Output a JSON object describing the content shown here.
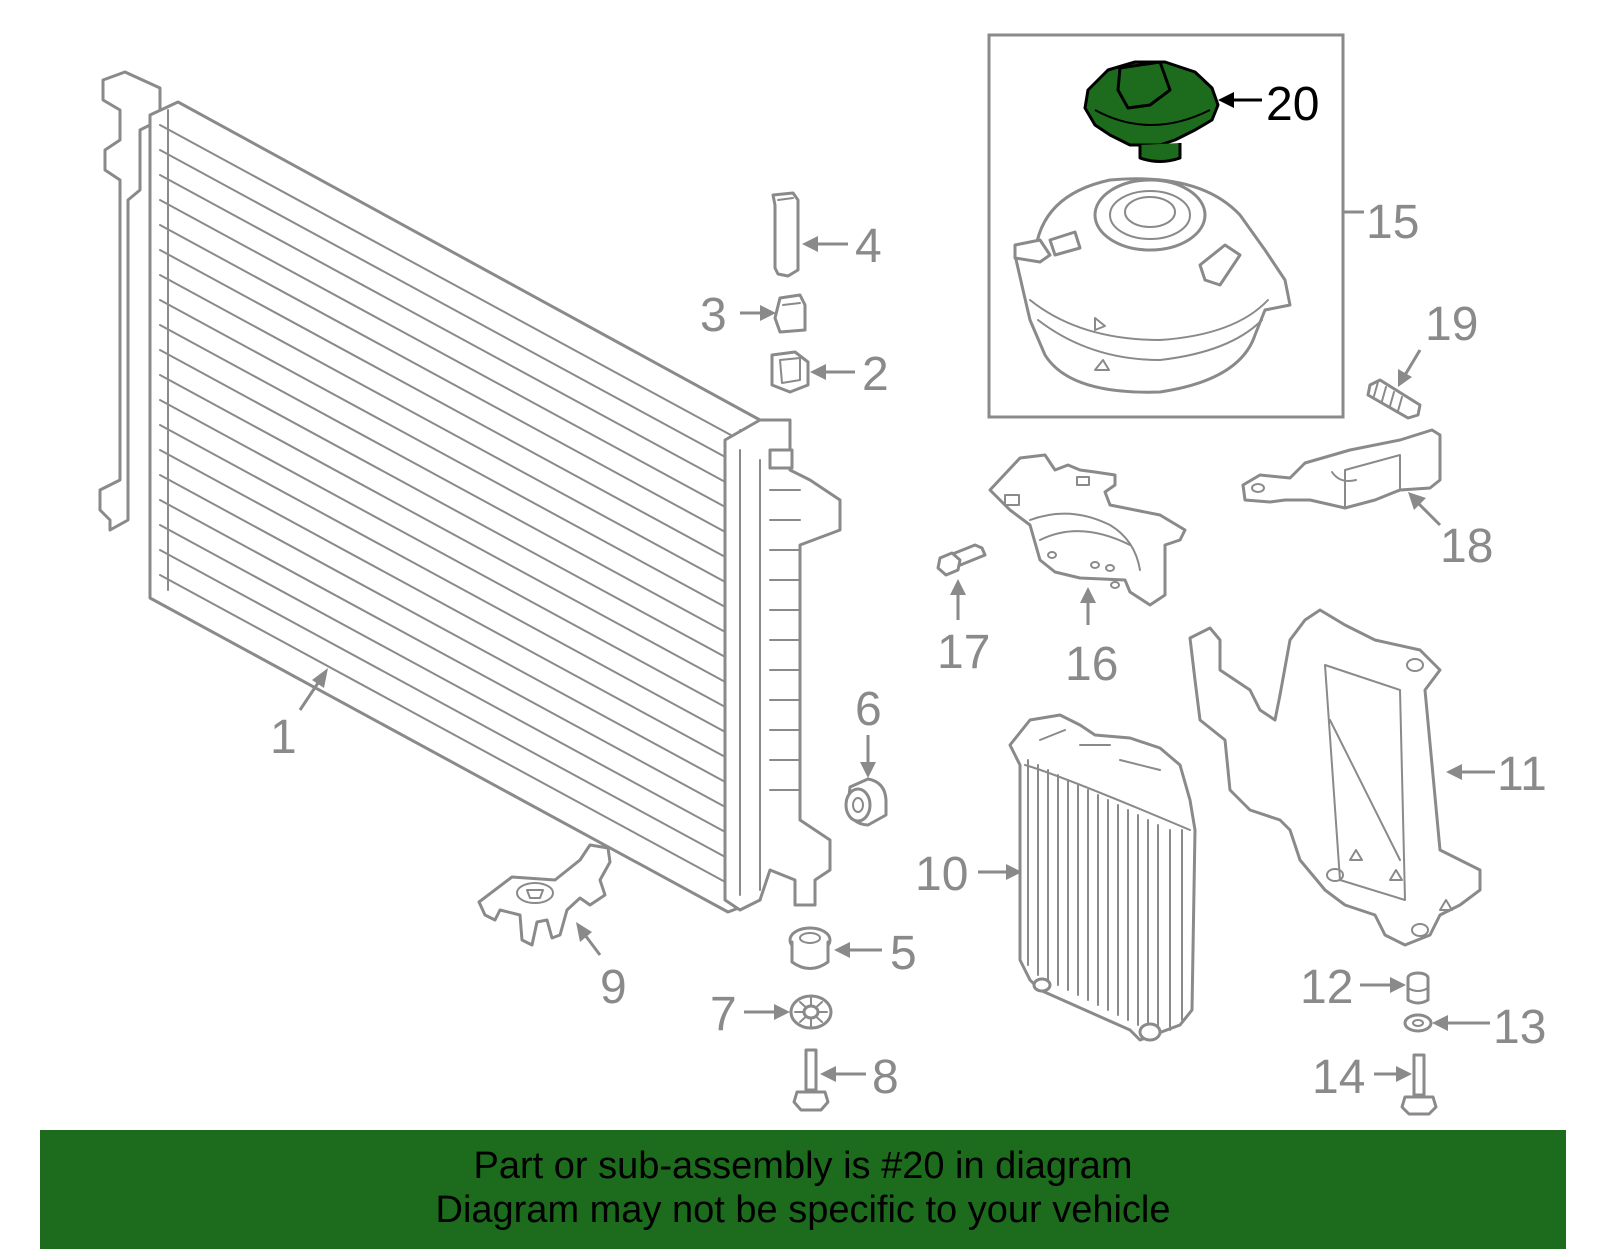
{
  "diagram": {
    "inset_box": true,
    "highlighted_part": "20",
    "highlight_color": "#1d6b1d",
    "line_color": "#8a8a8a",
    "callouts": [
      {
        "id": "c1",
        "label": "1"
      },
      {
        "id": "c2",
        "label": "2"
      },
      {
        "id": "c3",
        "label": "3"
      },
      {
        "id": "c4",
        "label": "4"
      },
      {
        "id": "c5",
        "label": "5"
      },
      {
        "id": "c6",
        "label": "6"
      },
      {
        "id": "c7",
        "label": "7"
      },
      {
        "id": "c8",
        "label": "8"
      },
      {
        "id": "c9",
        "label": "9"
      },
      {
        "id": "c10",
        "label": "10"
      },
      {
        "id": "c11",
        "label": "11"
      },
      {
        "id": "c12",
        "label": "12"
      },
      {
        "id": "c13",
        "label": "13"
      },
      {
        "id": "c14",
        "label": "14"
      },
      {
        "id": "c15",
        "label": "15"
      },
      {
        "id": "c16",
        "label": "16"
      },
      {
        "id": "c17",
        "label": "17"
      },
      {
        "id": "c18",
        "label": "18"
      },
      {
        "id": "c19",
        "label": "19"
      },
      {
        "id": "c20",
        "label": "20"
      }
    ]
  },
  "banner": {
    "line1": "Part or sub-assembly is #20 in diagram",
    "line2": "Diagram may not be specific to your vehicle",
    "background": "#1d6b1d"
  }
}
